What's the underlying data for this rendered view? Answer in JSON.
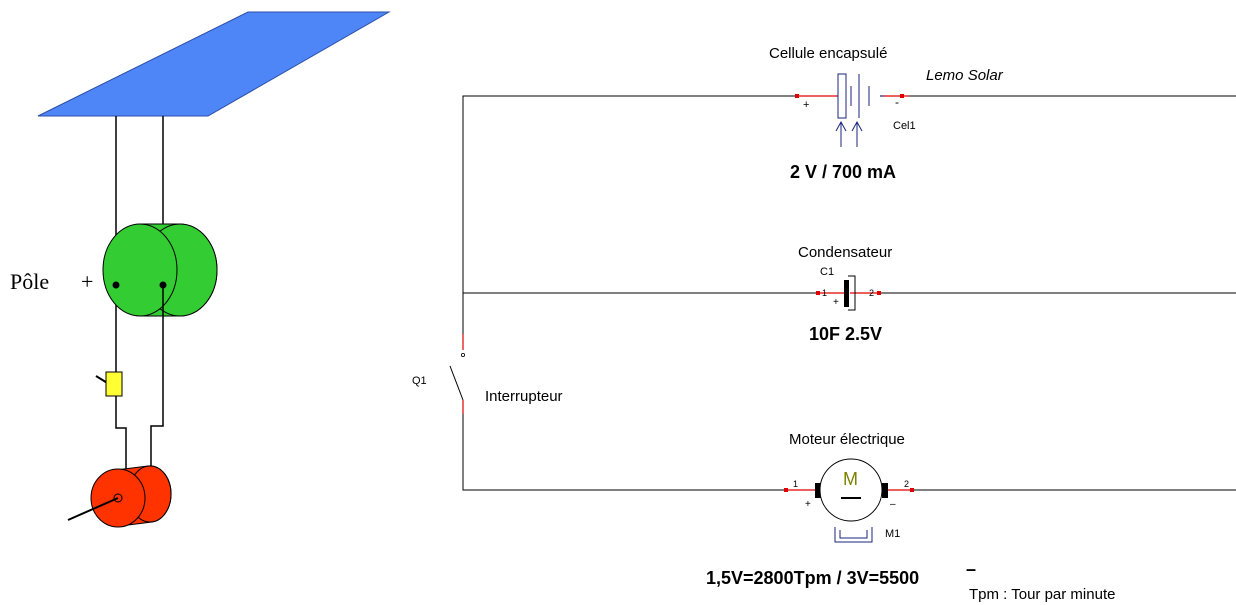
{
  "colors": {
    "panel": "#4f86f7",
    "capacitor_green": "#33cc33",
    "switch_yellow": "#ffff33",
    "motor_red": "#ff3300",
    "wire": "#000000",
    "terminal_red": "#e00000",
    "symbol_blue": "#1a237e",
    "motor_m": "#808000"
  },
  "illustration": {
    "pole_label": "Pôle",
    "pole_sign": "+"
  },
  "cell": {
    "title": "Cellule encapsulé",
    "brand": "Lemo Solar",
    "ref": "Cel1",
    "plus": "+",
    "minus": "-",
    "spec": "2 V / 700 mA"
  },
  "capacitor": {
    "title": "Condensateur",
    "ref": "C1",
    "pin1": "1",
    "pin2": "2",
    "plus": "+",
    "spec": "10F 2.5V"
  },
  "switch": {
    "ref": "Q1",
    "label": "Interrupteur"
  },
  "motor": {
    "title": "Moteur électrique",
    "letter": "M",
    "ref": "M1",
    "pin1": "1",
    "pin2": "2",
    "plus": "+",
    "minus": "–",
    "spec": "1,5V=2800Tpm / 3V=5500",
    "spec_mark": "–",
    "note": "Tpm : Tour par minute"
  }
}
